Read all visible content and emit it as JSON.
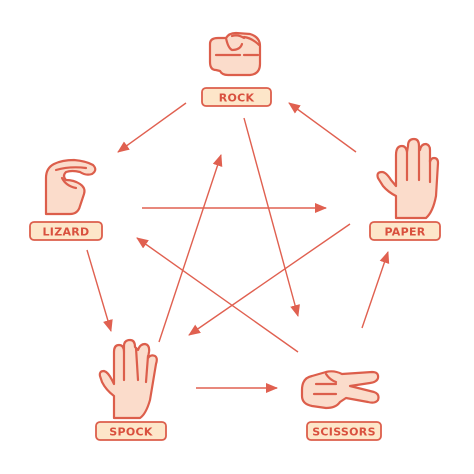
{
  "nodes": [
    {
      "id": "rock",
      "label": "ROCK",
      "icon": "fist-icon"
    },
    {
      "id": "paper",
      "label": "PAPER",
      "icon": "open-hand-icon"
    },
    {
      "id": "scissors",
      "label": "SCISSORS",
      "icon": "scissors-hand-icon"
    },
    {
      "id": "spock",
      "label": "SPOCK",
      "icon": "vulcan-salute-icon"
    },
    {
      "id": "lizard",
      "label": "LIZARD",
      "icon": "lizard-hand-icon"
    }
  ],
  "edges": [
    {
      "from": "rock",
      "to": "lizard"
    },
    {
      "from": "rock",
      "to": "scissors"
    },
    {
      "from": "paper",
      "to": "rock"
    },
    {
      "from": "paper",
      "to": "spock"
    },
    {
      "from": "scissors",
      "to": "paper"
    },
    {
      "from": "scissors",
      "to": "lizard"
    },
    {
      "from": "lizard",
      "to": "spock"
    },
    {
      "from": "lizard",
      "to": "paper"
    },
    {
      "from": "spock",
      "to": "scissors"
    },
    {
      "from": "spock",
      "to": "rock"
    }
  ],
  "colors": {
    "arrow": "#e06050",
    "outline": "#dc5e4b",
    "skin": "#fbdccb",
    "label_fill": "#fde6c9",
    "label_text": "#d9503e"
  }
}
